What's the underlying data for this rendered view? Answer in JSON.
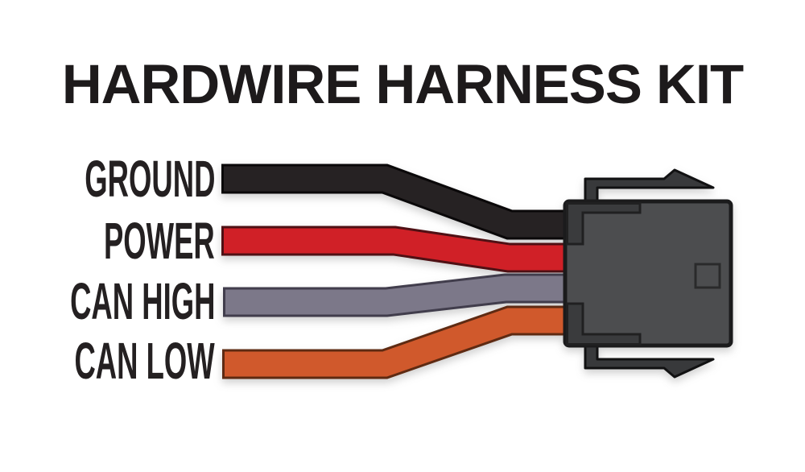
{
  "title": "HARDWIRE HARNESS KIT",
  "wires": [
    {
      "label": "GROUND",
      "color": "#262223",
      "outline": "#0a0809"
    },
    {
      "label": "POWER",
      "color": "#d02027",
      "outline": "#4f1014"
    },
    {
      "label": "CAN HIGH",
      "color": "#7c7889",
      "outline": "#413d4c"
    },
    {
      "label": "CAN LOW",
      "color": "#d0592c",
      "outline": "#5e2a12"
    }
  ],
  "connector": {
    "body_color": "#4c4d4f",
    "tab_color": "#3a3b3d",
    "latch_color": "#38393b",
    "outline_color": "#1a1a1a"
  }
}
